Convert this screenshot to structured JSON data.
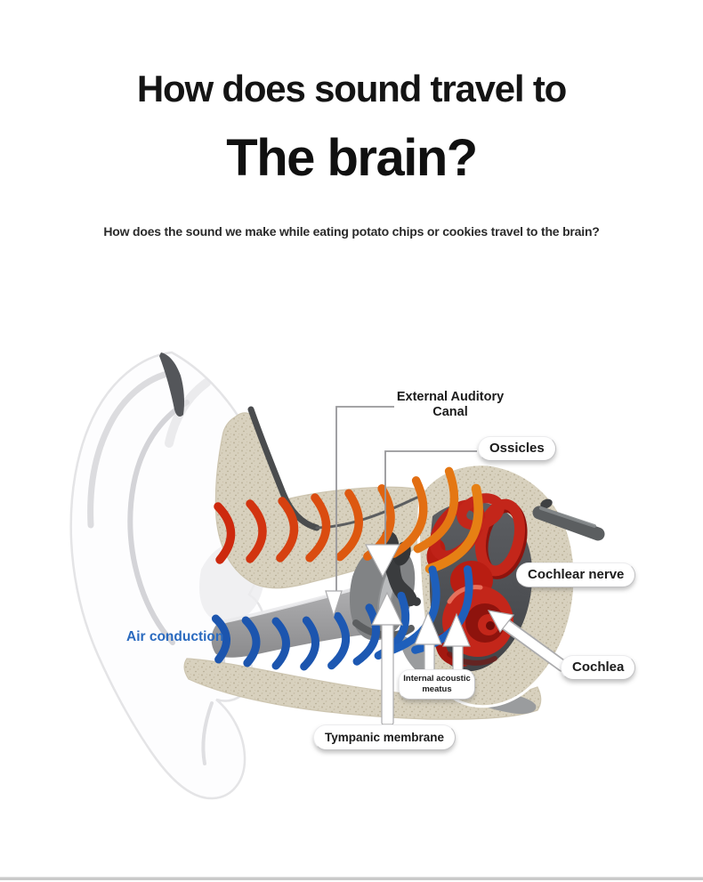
{
  "header": {
    "title_line1": "How does sound travel to",
    "title_line2": "The brain?",
    "subtitle": "How does the sound we make while eating potato chips or cookies travel to the brain?"
  },
  "diagram": {
    "labels": {
      "external_auditory_canal": "External Auditory Canal",
      "ossicles": "Ossicles",
      "cochlear_nerve": "Cochlear nerve",
      "cochlea": "Cochlea",
      "internal_acoustic_meatus": "Internal acoustic meatus",
      "tympanic_membrane": "Tympanic membrane",
      "air_conduction": "Air conduction"
    },
    "colors": {
      "bone_wave_start": "#cd290e",
      "bone_wave_end": "#e68014",
      "air_wave": "#1c55ae",
      "air_conduction_text": "#2a6abf",
      "inner_ear_red": "#c3261a",
      "bone_beige": "#d8d1be",
      "canal_gray": "#9a9a9c"
    }
  }
}
